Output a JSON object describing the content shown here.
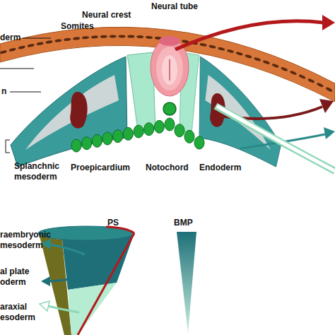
{
  "diagram": {
    "labels": [
      "Neural tube",
      "Neural crest",
      "Somites",
      "derm",
      "n",
      "Proepicardium",
      "Notochord",
      "Endoderm",
      "Splanchnic mesoderm",
      "PS",
      "BMP",
      "raembryonic mesoderm",
      "al plate oderm",
      "araxial esoderm"
    ]
  }
}
